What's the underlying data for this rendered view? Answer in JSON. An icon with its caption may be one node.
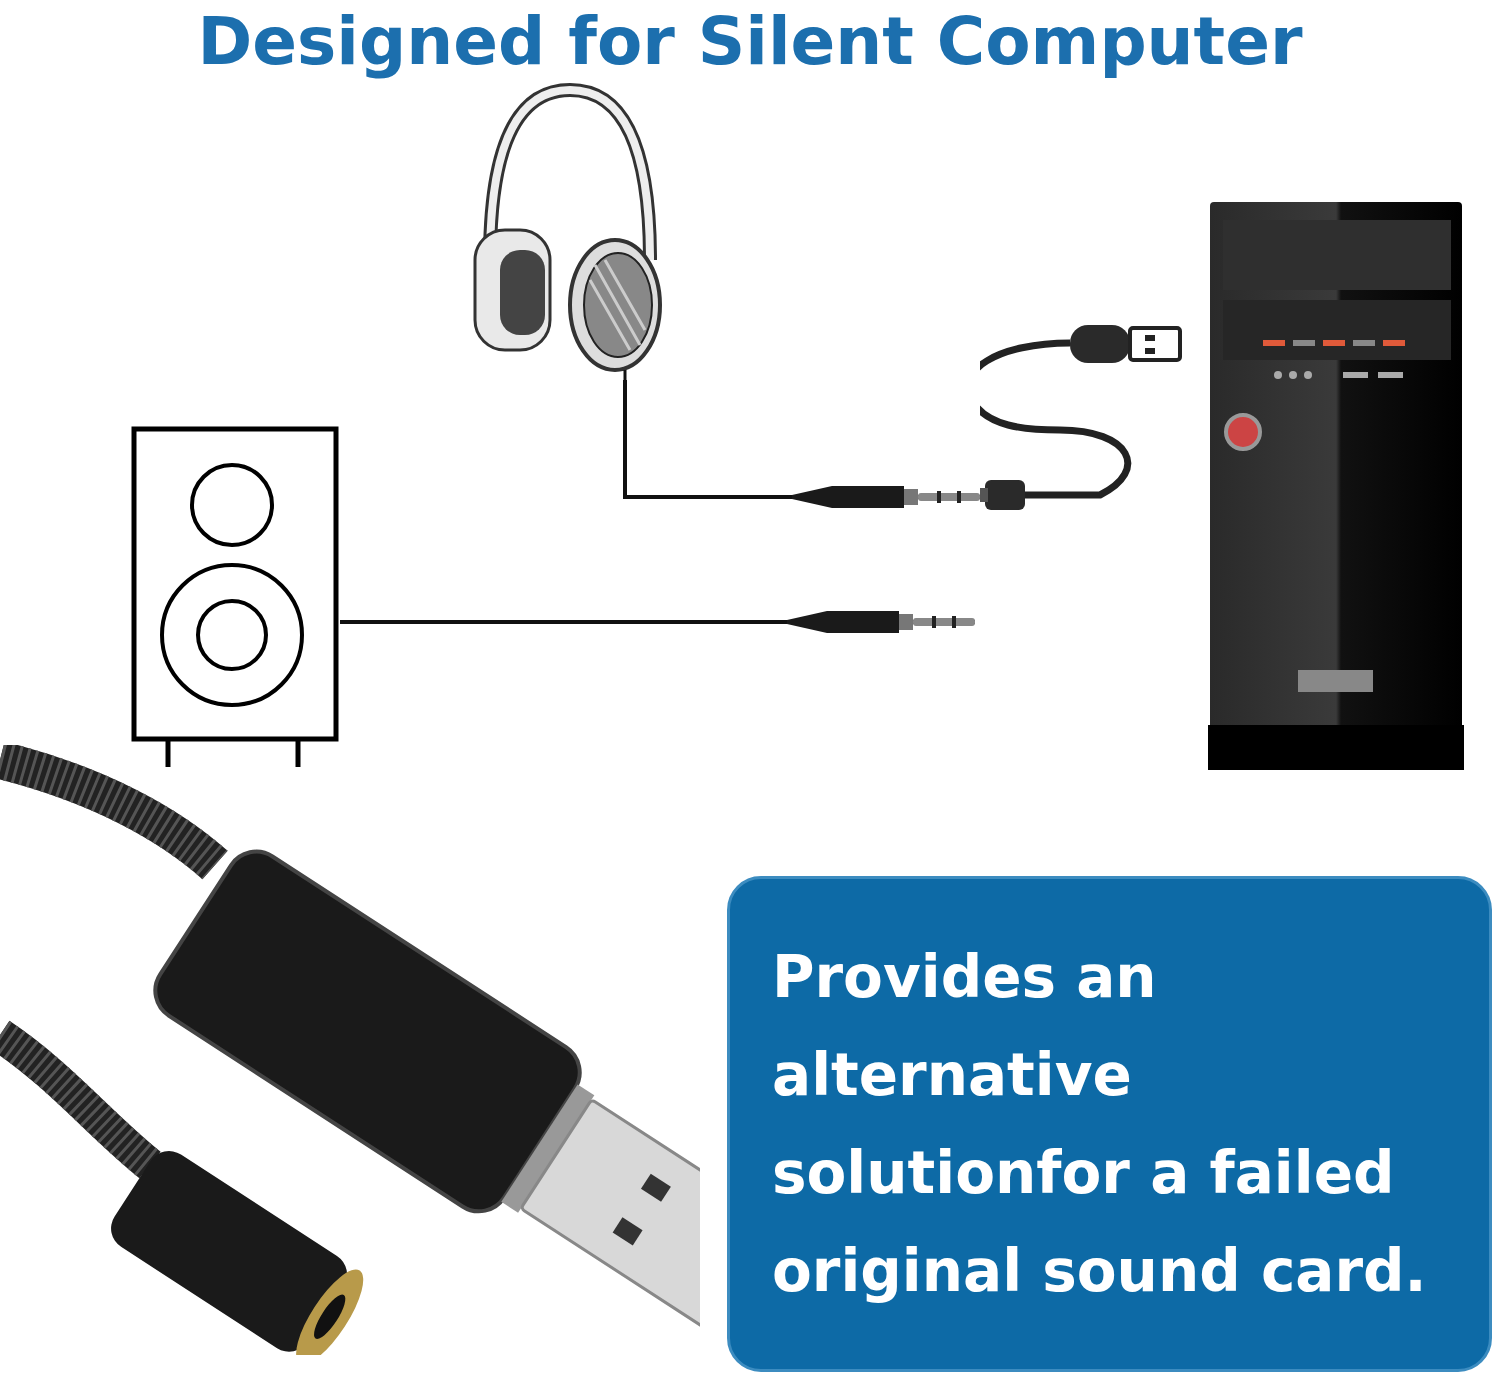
{
  "diagram": {
    "title": "Designed for Silent Computer",
    "nodes": [
      {
        "text": [],
        "shape": "picture"
      },
      {
        "text": [],
        "shape": "picture"
      },
      {
        "text": [],
        "shape": "picture"
      },
      {
        "text": [],
        "shape": "picture"
      },
      {
        "text": [],
        "shape": "picture"
      },
      {
        "text": [
          "Provides an alternative solutionfor a failed original sound card."
        ]
      }
    ],
    "edges": [
      {
        "from": 0,
        "to": 2,
        "arrow": "other"
      },
      {
        "from": 3,
        "to": null,
        "arrow": "other"
      }
    ]
  }
}
